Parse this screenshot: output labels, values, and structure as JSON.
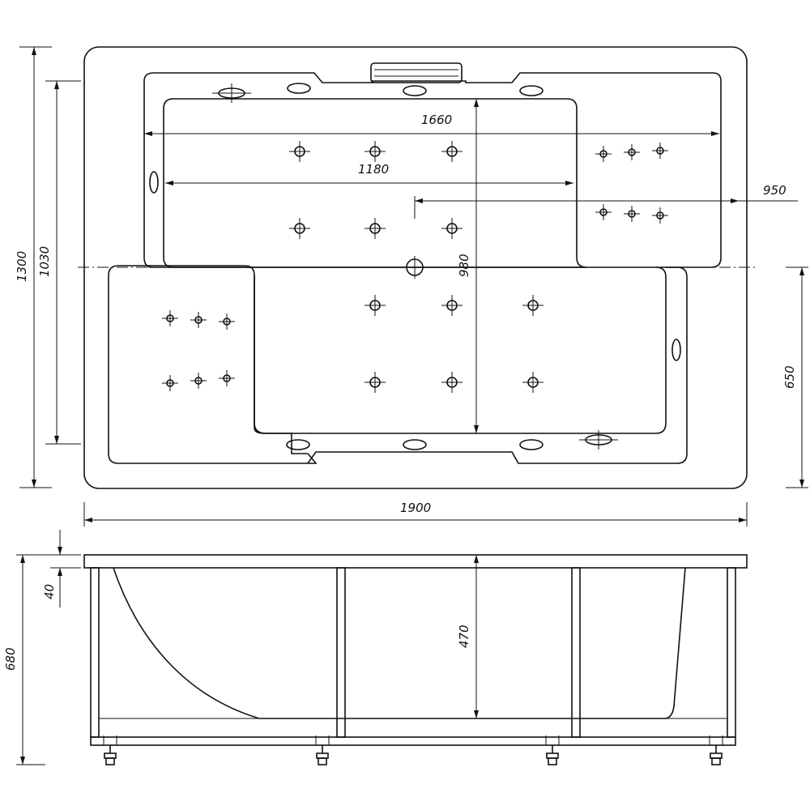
{
  "dimensions": {
    "total_length": "1900",
    "inner_top_width": "1660",
    "inner_mid_width": "1180",
    "jet_offset": "950",
    "total_depth": "1300",
    "inner_depth": "1030",
    "center_depth": "980",
    "lower_half": "650",
    "rim_thickness": "40",
    "total_height": "680",
    "inner_height": "470"
  }
}
